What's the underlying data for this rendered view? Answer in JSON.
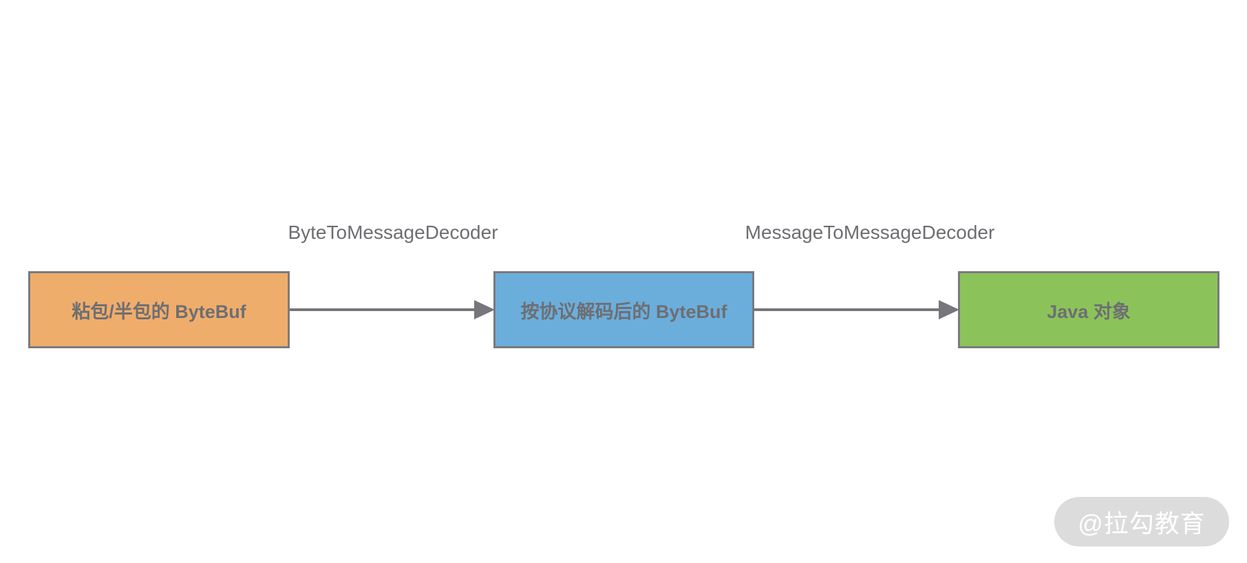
{
  "nodes": [
    {
      "label": "粘包/半包的 ByteBuf",
      "color": "#EFAD6C"
    },
    {
      "label": "按协议解码后的 ByteBuf",
      "color": "#6BAEDC"
    },
    {
      "label": "Java 对象",
      "color": "#8BC35A"
    }
  ],
  "edges": [
    {
      "label": "ByteToMessageDecoder"
    },
    {
      "label": "MessageToMessageDecoder"
    }
  ],
  "watermark": "@拉勾教育",
  "colors": {
    "border": "#7A7A7E",
    "text": "#6E6E72",
    "arrow": "#76767C"
  }
}
